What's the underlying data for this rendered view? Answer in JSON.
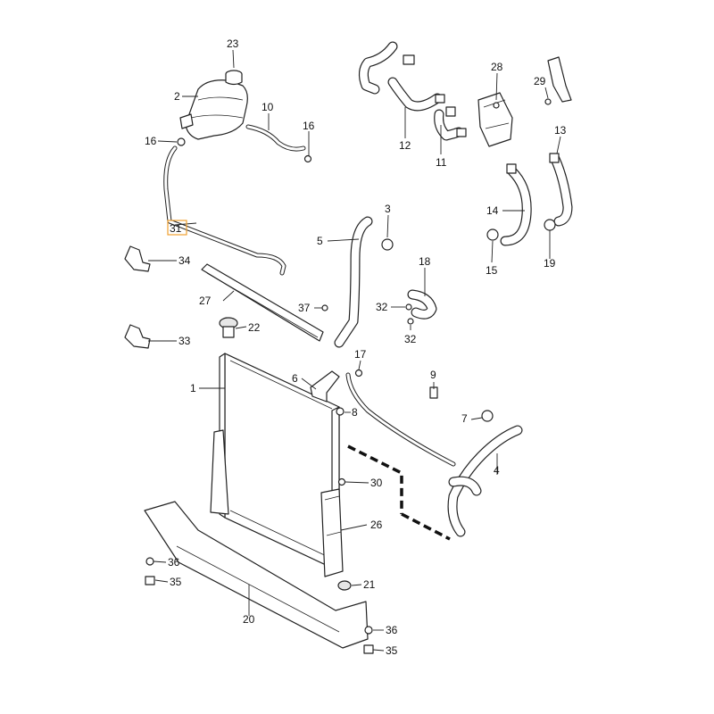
{
  "labels": [
    "1",
    "2",
    "4",
    "5",
    "6",
    "7",
    "8",
    "9",
    "10",
    "11",
    "12",
    "13",
    "14",
    "15",
    "16",
    "16",
    "17",
    "18",
    "19",
    "20",
    "21",
    "22",
    "23",
    "26",
    "27",
    "28",
    "29",
    "30",
    "31",
    "32",
    "32",
    "33",
    "34",
    "35",
    "35",
    "36",
    "36",
    "37",
    "3"
  ],
  "highlighted_label": "31",
  "colors": {
    "line": "#222222",
    "highlight": "#f0a030",
    "background": "#ffffff"
  }
}
